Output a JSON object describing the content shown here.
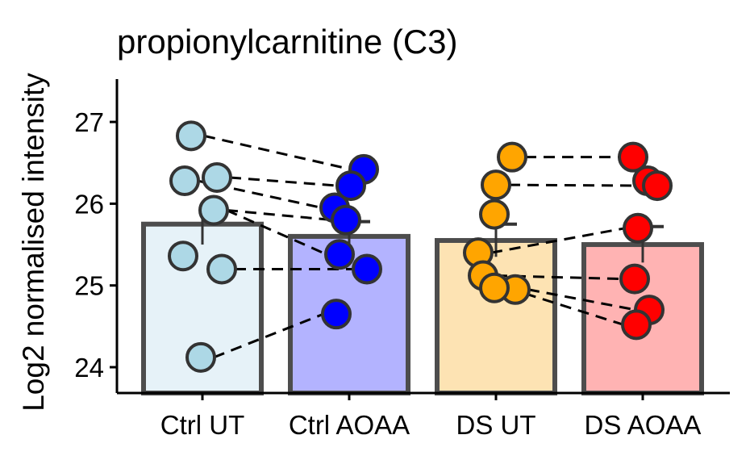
{
  "chart_data": {
    "type": "bar",
    "title": "propionylcarnitine (C3)",
    "xlabel": "",
    "ylabel": "Log2 normalised intensity",
    "categories": [
      "Ctrl UT",
      "Ctrl AOAA",
      "DS UT",
      "DS AOAA"
    ],
    "values": [
      25.75,
      25.6,
      25.55,
      25.5
    ],
    "errors": [
      0.25,
      0.18,
      0.2,
      0.22
    ],
    "ylim": [
      23.7,
      27.5
    ],
    "yticks": [
      24,
      25,
      26,
      27
    ],
    "grid": false,
    "legend": "none",
    "bar_fill_colors": [
      "#e6f2f8",
      "#b3b3ff",
      "#fde3b3",
      "#ffb3b3"
    ],
    "point_colors": [
      "#add8e6",
      "#0000ff",
      "#ffa500",
      "#ff0000"
    ],
    "bar_outline_color": "#4d4d4d",
    "points": [
      [
        26.83,
        26.28,
        26.32,
        25.92,
        25.36,
        25.2,
        24.12
      ],
      [
        26.42,
        26.22,
        25.95,
        25.8,
        25.38,
        25.2,
        24.65
      ],
      [
        26.57,
        26.23,
        25.87,
        25.4,
        25.12,
        24.95,
        24.97
      ],
      [
        26.57,
        26.28,
        26.22,
        25.7,
        25.08,
        24.7,
        24.52
      ]
    ],
    "pair_lines": [
      [
        26.83,
        26.42
      ],
      [
        26.32,
        26.22
      ],
      [
        26.28,
        25.95
      ],
      [
        25.92,
        25.8
      ],
      [
        25.92,
        25.38
      ],
      [
        25.2,
        25.2
      ],
      [
        24.12,
        24.65
      ],
      [
        26.57,
        26.57
      ],
      [
        26.23,
        26.22
      ],
      [
        25.4,
        25.7
      ],
      [
        25.12,
        25.08
      ],
      [
        24.95,
        24.7
      ],
      [
        24.97,
        24.52
      ]
    ]
  }
}
